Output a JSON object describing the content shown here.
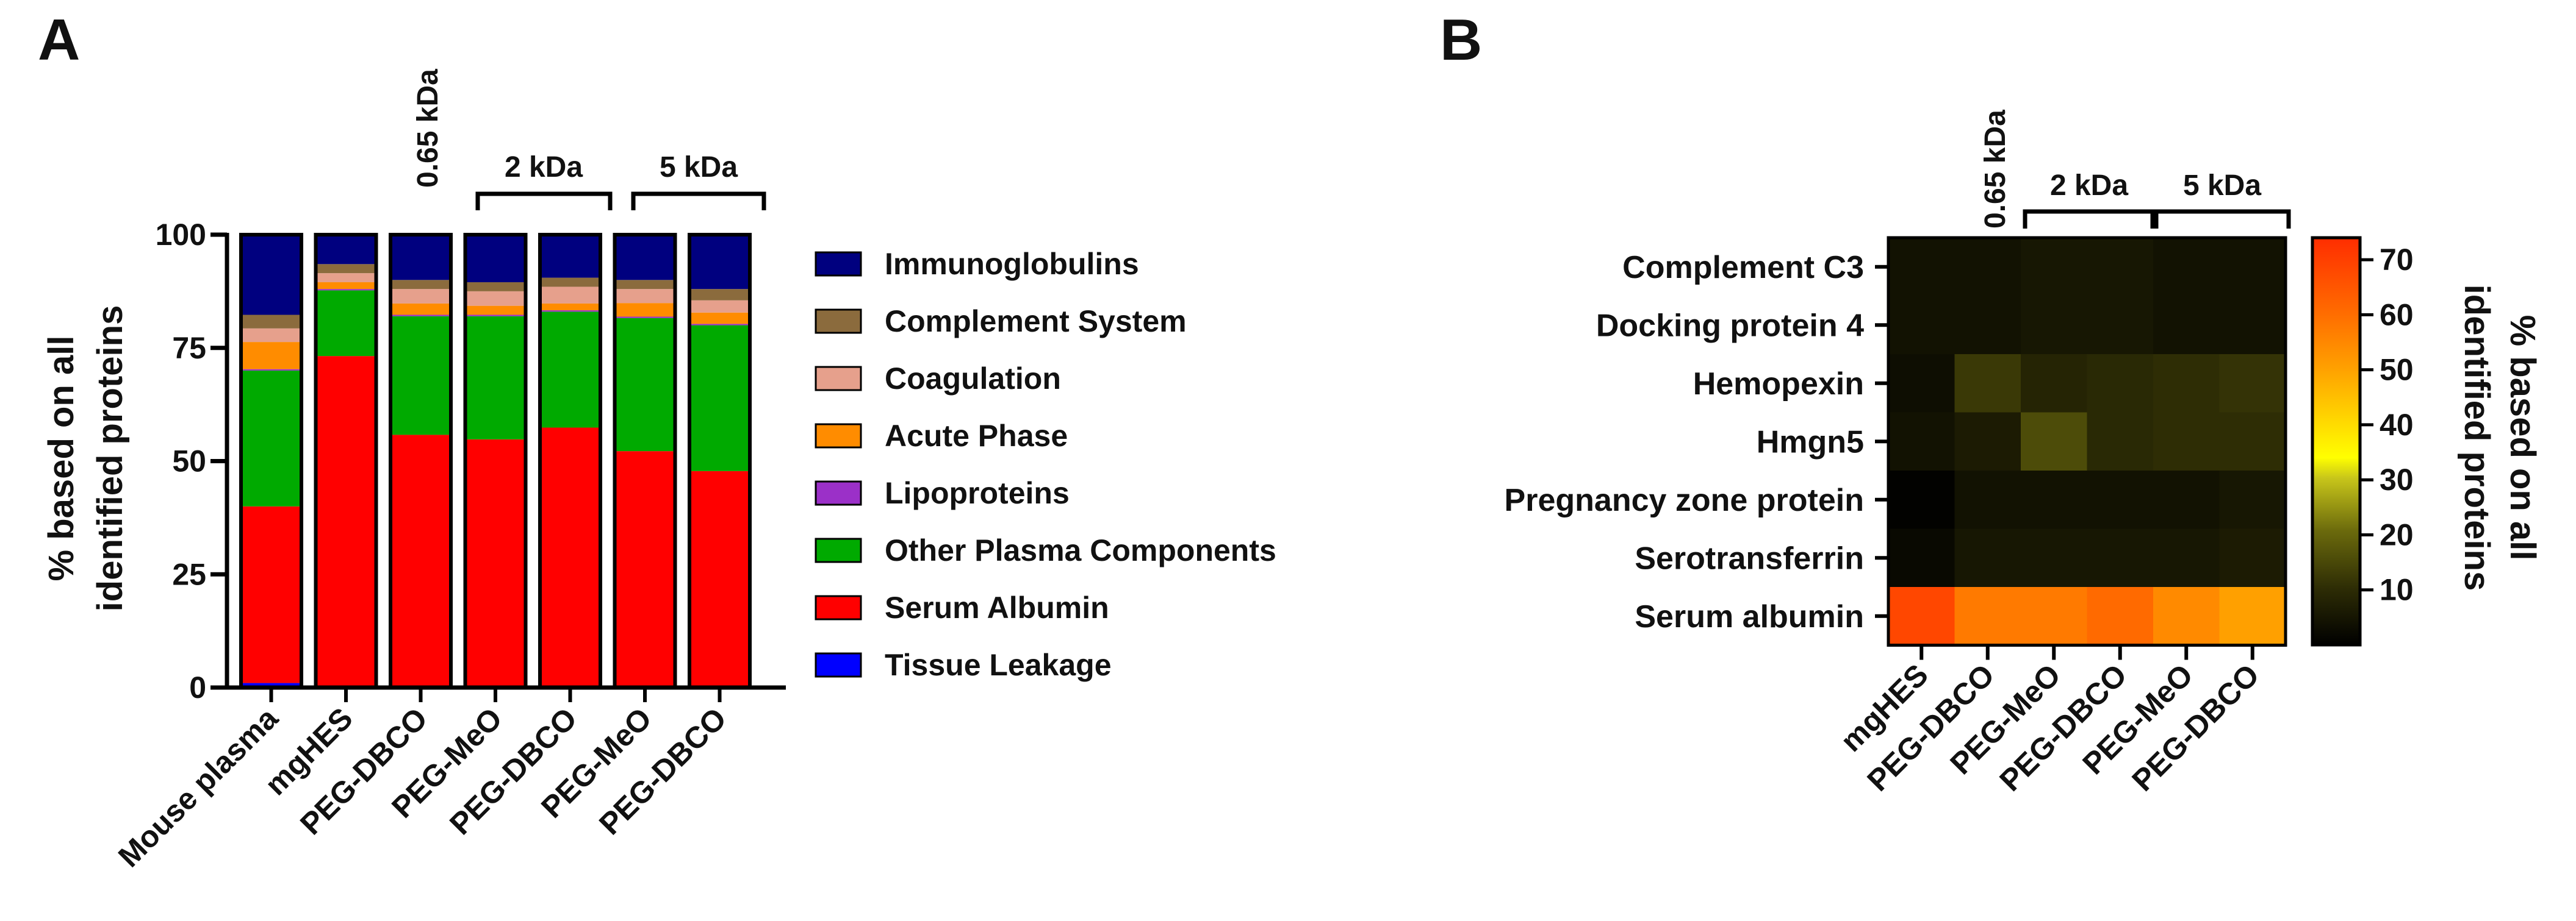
{
  "panels": {
    "a_letter": "A",
    "b_letter": "B"
  },
  "groups": {
    "g065": "0.65 kDa",
    "g2": "2 kDa",
    "g5": "5 kDa"
  },
  "chart_data": [
    {
      "type": "bar",
      "stacked": true,
      "ylabel_lines": [
        "% based on all",
        "identified proteins"
      ],
      "ylim": [
        0,
        100
      ],
      "yticks": [
        "0",
        "25",
        "50",
        "75",
        "100"
      ],
      "categories": [
        "Mouse plasma",
        "mgHES",
        "PEG-DBCO",
        "PEG-MeO",
        "PEG-DBCO",
        "PEG-MeO",
        "PEG-DBCO"
      ],
      "legend_position": "right",
      "series": [
        {
          "name": "Tissue Leakage",
          "color": "#0000ff",
          "values": [
            1.0,
            0.2,
            0.2,
            0.2,
            0.2,
            0.2,
            0.2
          ]
        },
        {
          "name": "Serum Albumin",
          "color": "#ff0000",
          "values": [
            39,
            73,
            55.6,
            54.6,
            57.2,
            52,
            47.6
          ]
        },
        {
          "name": "Other Plasma Components",
          "color": "#00aa00",
          "values": [
            30,
            14.5,
            26.2,
            27.2,
            25.6,
            29.4,
            32.2
          ]
        },
        {
          "name": "Lipoproteins",
          "color": "#9b30c8",
          "values": [
            0.3,
            0.3,
            0.3,
            0.3,
            0.3,
            0.3,
            0.3
          ]
        },
        {
          "name": "Acute Phase",
          "color": "#ff8c00",
          "values": [
            6,
            1.5,
            2.5,
            2.0,
            1.5,
            3.0,
            2.5
          ]
        },
        {
          "name": "Coagulation",
          "color": "#e6a08c",
          "values": [
            3,
            2,
            3.2,
            3.2,
            3.7,
            3.1,
            2.7
          ]
        },
        {
          "name": "Complement System",
          "color": "#8b6b3d",
          "values": [
            3,
            2,
            2,
            2,
            2,
            2,
            2.5
          ]
        },
        {
          "name": "Immunoglobulins",
          "color": "#00007f",
          "values": [
            17.7,
            6.5,
            10,
            10.5,
            9.5,
            10,
            12.3
          ]
        }
      ]
    },
    {
      "type": "heatmap",
      "rows": [
        "Complement C3",
        "Docking protein 4",
        "Hemopexin",
        "Hmgn5",
        "Pregnancy zone protein",
        "Serotransferrin",
        "Serum albumin"
      ],
      "columns": [
        "mgHES",
        "PEG-DBCO",
        "PEG-MeO",
        "PEG-DBCO",
        "PEG-MeO",
        "PEG-DBCO"
      ],
      "values": [
        [
          4,
          4,
          5,
          5,
          4,
          4
        ],
        [
          4,
          4,
          5,
          5,
          4,
          4
        ],
        [
          3,
          12,
          8,
          9,
          10,
          11
        ],
        [
          4,
          6,
          15,
          9,
          10,
          10
        ],
        [
          0.5,
          4,
          4,
          4,
          4,
          5
        ],
        [
          2,
          5,
          5,
          5,
          5,
          6
        ],
        [
          68,
          57,
          57,
          60,
          54,
          50
        ]
      ],
      "colorbar": {
        "ticks": [
          "10",
          "20",
          "30",
          "40",
          "50",
          "60",
          "70"
        ],
        "range": [
          0,
          74
        ]
      },
      "colorbar_label_lines": [
        "% based on all",
        "identified proteins"
      ]
    }
  ]
}
